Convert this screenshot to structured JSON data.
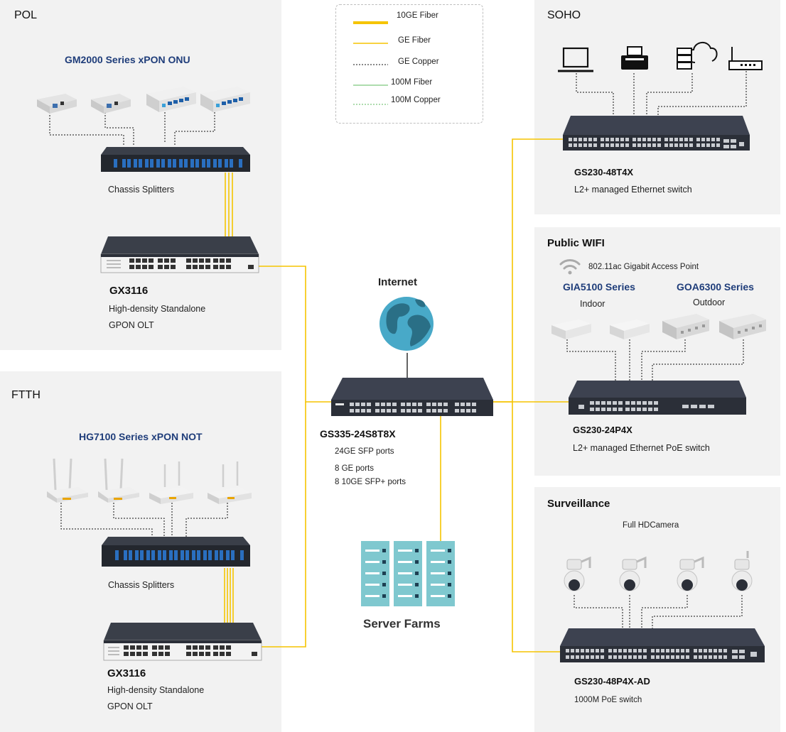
{
  "legend": {
    "items": [
      {
        "label": "10GE Fiber",
        "color": "#f5c400",
        "style": "thick"
      },
      {
        "label": "GE Fiber",
        "color": "#f5c400",
        "style": "thin"
      },
      {
        "label": "GE  Copper",
        "color": "#111111",
        "style": "dotted"
      },
      {
        "label": "100M Fiber",
        "color": "#5cb85c",
        "style": "thin"
      },
      {
        "label": "100M Copper",
        "color": "#5cb85c",
        "style": "dashed"
      }
    ]
  },
  "pol": {
    "title": "POL",
    "series": "GM2000 Series xPON ONU",
    "splitter_label": "Chassis  Splitters",
    "olt_model": "GX3116",
    "olt_desc1": "High-density Standalone",
    "olt_desc2": "GPON OLT"
  },
  "ftth": {
    "title": "FTTH",
    "series": "HG7100 Series xPON NOT",
    "splitter_label": "Chassis  Splitters",
    "olt_model": "GX3116",
    "olt_desc1": "High-density Standalone",
    "olt_desc2": "GPON OLT"
  },
  "core": {
    "internet_label": "Internet",
    "model": "GS335-24S8T8X",
    "ports": [
      "24GE SFP ports",
      "8 GE ports",
      "8 10GE SFP+ ports"
    ],
    "server_label": "Server Farms"
  },
  "soho": {
    "title": "SOHO",
    "model": "GS230-48T4X",
    "desc": "L2+ managed Ethernet switch"
  },
  "wifi": {
    "title": "Public WIFI",
    "ap_label": "802.11ac Gigabit  Access Point",
    "indoor_series": "GIA5100 Series",
    "indoor_label": "Indoor",
    "outdoor_series": "GOA6300 Series",
    "outdoor_label": "Outdoor",
    "model": "GS230-24P4X",
    "desc": "L2+ managed Ethernet PoE switch"
  },
  "surveillance": {
    "title": "Surveillance",
    "camera_label": "Full HDCamera",
    "model": "GS230-48P4X-AD",
    "desc": "1000M PoE switch"
  },
  "colors": {
    "panel_bg": "#f2f2f2",
    "fiber": "#f5c400",
    "series_text": "#1f3d7a",
    "device_dark": "#2b2f38",
    "port_blue": "#1e5fa8",
    "globe": "#48a9c8",
    "server": "#7fc8cf"
  },
  "icons": [
    "laptop-icon",
    "printer-icon",
    "server-cloud-icon",
    "router-icon",
    "wifi-icon",
    "globe-icon",
    "server-rack-icon",
    "dome-camera-icon",
    "onu-icon",
    "wireless-ont-icon"
  ]
}
